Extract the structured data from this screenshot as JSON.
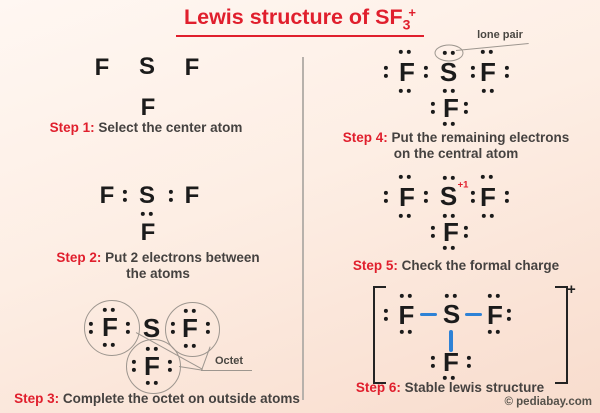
{
  "title": {
    "prefix": "Lewis structure of SF",
    "subscript": "3",
    "superscript": "+"
  },
  "steps": [
    {
      "label": "Step 1:",
      "text": "Select the center atom"
    },
    {
      "label": "Step 2:",
      "text": "Put 2 electrons between",
      "text2": "the atoms"
    },
    {
      "label": "Step 3:",
      "text": "Complete the octet on outside atoms"
    },
    {
      "label": "Step 4:",
      "text": "Put the remaining electrons",
      "text2": "on the central atom"
    },
    {
      "label": "Step 5:",
      "text": "Check the formal charge"
    },
    {
      "label": "Step 6:",
      "text": "Stable lewis structure"
    }
  ],
  "annotations": {
    "lone_pair": "lone pair",
    "octet": "Octet",
    "formal_charge": "+1",
    "ion_charge": "+"
  },
  "atoms": {
    "fluorine": "F",
    "sulfur": "S"
  },
  "watermark": "© pediabay.com",
  "colors": {
    "accent_red": "#e01f2d",
    "bond_blue": "#2e82d6",
    "text_dark": "#454240",
    "atom_black": "#1b1b1b",
    "annotation_gray": "#9d968f",
    "background_top": "#fff7f2",
    "background_bottom": "#f8dccd",
    "divider_gray": "#b7b1ab"
  }
}
